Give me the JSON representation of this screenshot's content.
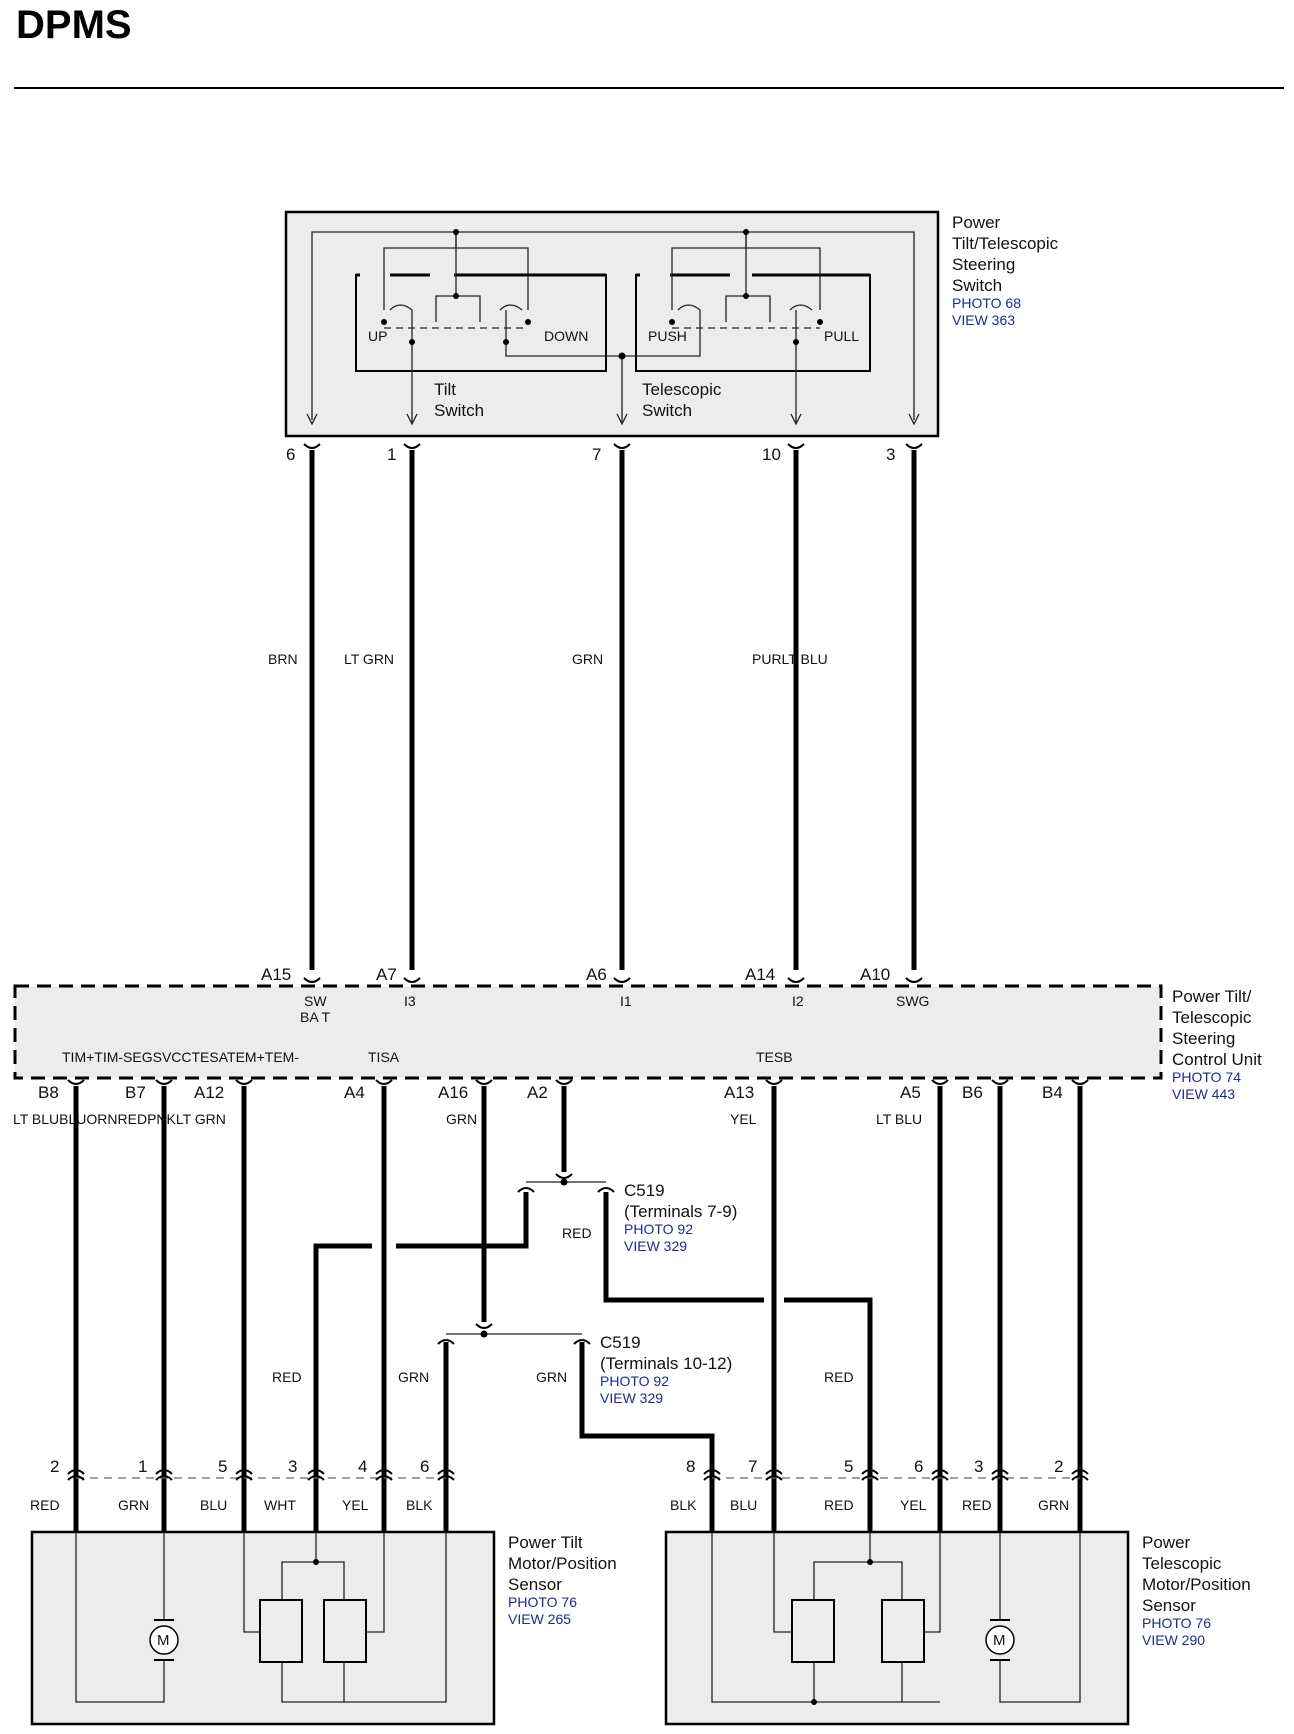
{
  "title": "DPMS",
  "switch_assembly": {
    "name_lines": [
      "Power",
      "Tilt/Telescopic",
      "Steering",
      "Switch"
    ],
    "photo": "PHOTO 68",
    "view": "VIEW 363",
    "tilt_switch": {
      "up": "UP",
      "down": "DOWN",
      "name_lines": [
        "Tilt",
        "Switch"
      ]
    },
    "telescopic_switch": {
      "push": "PUSH",
      "pull": "PULL",
      "name_lines": [
        "Telescopic",
        "Switch"
      ]
    },
    "pins": [
      "6",
      "1",
      "7",
      "10",
      "3"
    ]
  },
  "upper_wires": [
    "BRN",
    "LT GRN",
    "GRN",
    "PURLT BLU"
  ],
  "control_unit": {
    "name_lines": [
      "Power Tilt/",
      "Telescopic",
      "Steering",
      "Control Unit"
    ],
    "photo": "PHOTO 74",
    "view": "VIEW 443",
    "top_pins": [
      "A15",
      "A7",
      "A6",
      "A14",
      "A10"
    ],
    "top_terminal_labels": [
      "SW",
      "BA T",
      "I3",
      "I1",
      "I2",
      "SWG"
    ],
    "bottom_terminal_labels": [
      "TIM+TIM-SEGSVCCTESATEM+TEM-",
      "TISA",
      "TESB"
    ],
    "bottom_pins": [
      "B8",
      "B7",
      "A12",
      "A4",
      "A16",
      "A2",
      "A13",
      "A5",
      "B6",
      "B4"
    ]
  },
  "lower_wire_labels": {
    "row1_left": "LT BLUBLUORNREDPNKLT GRN",
    "a16": "GRN",
    "a13": "YEL",
    "a5": "LT BLU",
    "red_c519_top": "RED",
    "red_left": "RED",
    "grn_left": "GRN",
    "grn_mid": "GRN",
    "red_right": "RED"
  },
  "c519_a": {
    "name": "C519",
    "terminals": "(Terminals 7-9)",
    "photo": "PHOTO 92",
    "view": "VIEW 329"
  },
  "c519_b": {
    "name": "C519",
    "terminals": "(Terminals 10-12)",
    "photo": "PHOTO 92",
    "view": "VIEW 329"
  },
  "tilt_motor": {
    "name_lines": [
      "Power Tilt",
      "Motor/Position",
      "Sensor"
    ],
    "photo": "PHOTO 76",
    "view": "VIEW 265",
    "pins": [
      "2",
      "1",
      "5",
      "3",
      "4",
      "6"
    ],
    "wire_colors": [
      "RED",
      "GRN",
      "BLU",
      "WHT",
      "YEL",
      "BLK"
    ],
    "motor_symbol": "M"
  },
  "telescopic_motor": {
    "name_lines": [
      "Power",
      "Telescopic",
      "Motor/Position",
      "Sensor"
    ],
    "photo": "PHOTO 76",
    "view": "VIEW 290",
    "pins": [
      "8",
      "7",
      "5",
      "6",
      "3",
      "2"
    ],
    "wire_colors": [
      "BLK",
      "BLU",
      "RED",
      "YEL",
      "RED",
      "GRN"
    ],
    "motor_symbol": "M"
  }
}
